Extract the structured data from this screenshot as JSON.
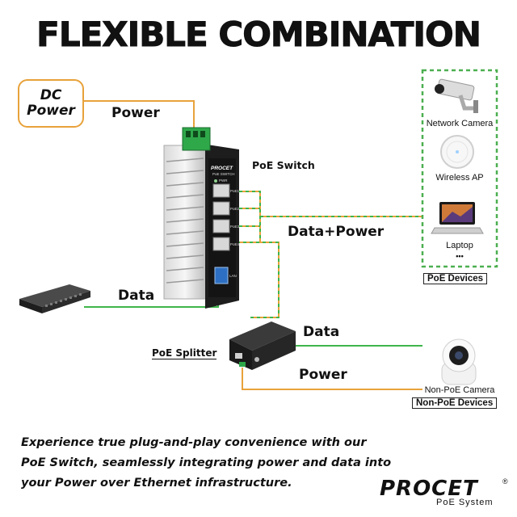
{
  "title": "FLEXIBLE COMBINATION",
  "dc_power": {
    "line1": "DC",
    "line2": "Power"
  },
  "labels": {
    "power_top": "Power",
    "poe_switch": "PoE Switch",
    "data_power": "Data+Power",
    "data_left": "Data",
    "data_right": "Data",
    "power_bottom": "Power",
    "poe_splitter": "PoE Splitter"
  },
  "switch_panel": {
    "brand": "PROCET",
    "model": "PoE SWITCH",
    "pwr": "PWR",
    "ports": [
      "PoE1",
      "PoE2",
      "PoE3",
      "PoE4"
    ],
    "lan": "LAN"
  },
  "poe_devices": {
    "items": [
      "Network Camera",
      "Wireless AP",
      "Laptop"
    ],
    "more": "•••",
    "group_label": "PoE Devices"
  },
  "non_poe": {
    "item": "Non-PoE Camera",
    "group_label": "Non-PoE Devices"
  },
  "description": [
    "Experience true plug-and-play convenience with our",
    "PoE Switch, seamlessly integrating power and data into",
    "your Power over Ethernet infrastructure."
  ],
  "brand": {
    "name": "PROCET",
    "reg": "®",
    "tagline": "PoE System"
  },
  "colors": {
    "power_line": "#e8a23a",
    "data_line": "#3fb54a",
    "dashed_border": "#4caf50"
  }
}
